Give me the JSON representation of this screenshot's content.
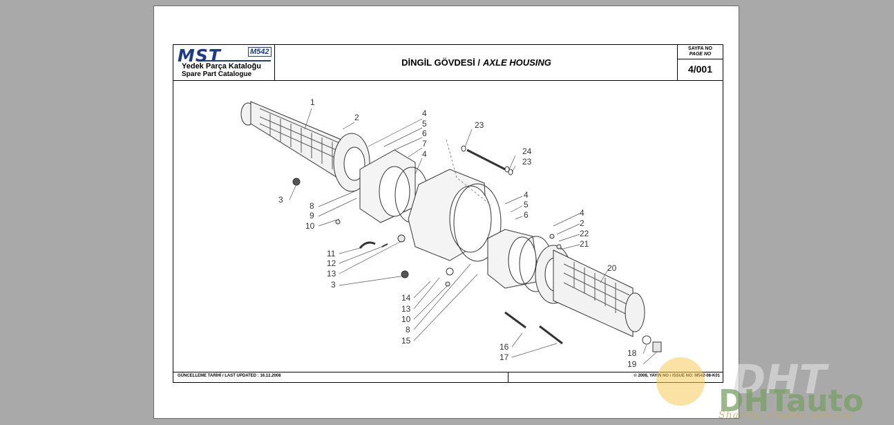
{
  "header": {
    "logo_text": "MST",
    "logo_model": "M542",
    "catalogue_tr": "Yedek Parça Kataloğu",
    "catalogue_en": "Spare Part Catalogue",
    "title_tr": "DİNGİL GÖVDESİ /",
    "title_en": "AXLE HOUSING",
    "page_label_tr": "SAYFA NO",
    "page_label_en": "PAGE NO",
    "page_number": "4/001"
  },
  "footer": {
    "last_updated": "GÜNCELLEME TARİHİ / LAST UPDATED : 16.12.2008",
    "copyright": "© 2008, YAYIN NO / ISSUE NO: M542-08-K01"
  },
  "callouts": {
    "c1": "1",
    "c2": "2",
    "c4a": "4",
    "c5a": "5",
    "c6a": "6",
    "c7": "7",
    "c4b": "4",
    "c23a": "23",
    "c24": "24",
    "c23b": "23",
    "c3a": "3",
    "c8a": "8",
    "c9": "9",
    "c10a": "10",
    "c4c": "4",
    "c5b": "5",
    "c6b": "6",
    "c4d": "4",
    "c2b": "2",
    "c22": "22",
    "c21": "21",
    "c20": "20",
    "c11": "11",
    "c12": "12",
    "c13a": "13",
    "c3b": "3",
    "c14": "14",
    "c13b": "13",
    "c10b": "10",
    "c8b": "8",
    "c15": "15",
    "c16": "16",
    "c17": "17",
    "c18": "18",
    "c19": "19"
  },
  "watermark": {
    "brand": "DHT",
    "brand_auto": "auto",
    "slogan": "Sharing creates success"
  }
}
